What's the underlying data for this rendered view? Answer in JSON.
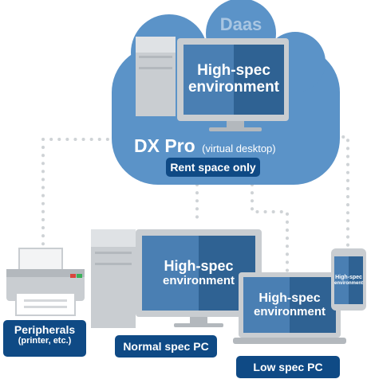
{
  "cloud": {
    "title": "Daas",
    "screen_line1": "High-spec",
    "screen_line2": "environment",
    "product_name": "DX Pro",
    "product_note": "(virtual desktop)",
    "badge": "Rent space only"
  },
  "devices": {
    "peripherals": {
      "line1": "Peripherals",
      "line2": "(printer, etc.)"
    },
    "normal_pc": {
      "screen_line1": "High-spec",
      "screen_line2": "environment",
      "label": "Normal spec PC"
    },
    "low_pc": {
      "screen_line1": "High-spec",
      "screen_line2": "environment",
      "label": "Low spec PC"
    },
    "phone": {
      "screen_line1": "High-spec",
      "screen_line2": "environment"
    }
  },
  "colors": {
    "cloud": "#5b93c8",
    "cloud_title": "#a9c6e2",
    "screen_light": "#4a7fb3",
    "screen_dark": "#2f6293",
    "label_bg": "#0f4a85",
    "device_gray": "#c9cdd1",
    "dots": "#cfd3d6"
  }
}
